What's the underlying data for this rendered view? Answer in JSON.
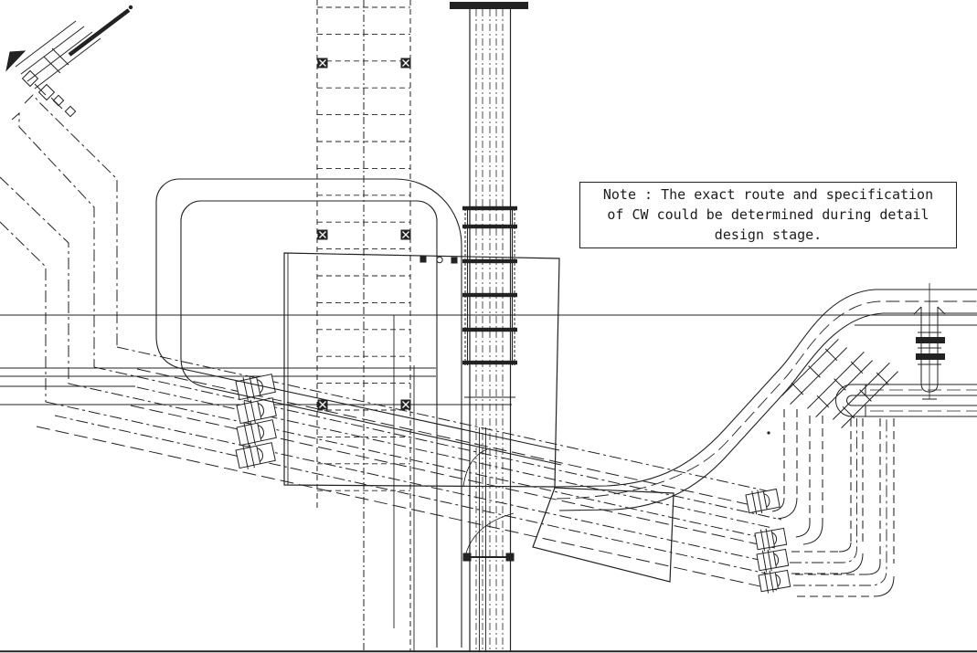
{
  "note_box": {
    "line1": "Note :  The exact route and specification",
    "line2": "of CW could be determined during detail",
    "line3": "design stage."
  },
  "drawing": {
    "background_color": "#ffffff",
    "line_color": "#222222",
    "note_border_color": "#222222"
  }
}
